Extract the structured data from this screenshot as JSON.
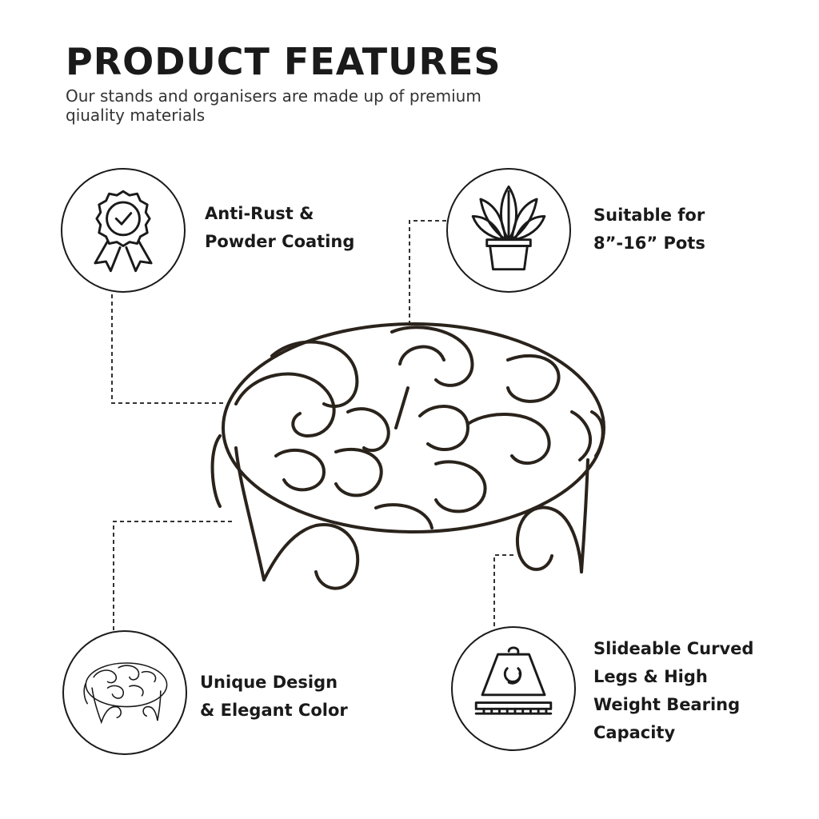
{
  "header": {
    "title": "PRODUCT FEATURES",
    "subtitle_line1": "Our stands and organisers are made up of premium",
    "subtitle_line2": "qiuality materials"
  },
  "features": [
    {
      "icon": "award-badge-icon",
      "lines": [
        "Anti-Rust &",
        "Powder Coating"
      ]
    },
    {
      "icon": "potted-plant-icon",
      "lines": [
        "Suitable for",
        "8”-16” Pots"
      ]
    },
    {
      "icon": "stand-thumbnail-icon",
      "lines": [
        "Unique Design",
        "& Elegant Color"
      ]
    },
    {
      "icon": "weight-icon",
      "lines": [
        "Slideable Curved",
        "Legs & High",
        "Weight Bearing",
        "Capacity"
      ]
    }
  ],
  "colors": {
    "text": "#1a1a1a",
    "stand": "#2a231c",
    "background": "#ffffff"
  }
}
